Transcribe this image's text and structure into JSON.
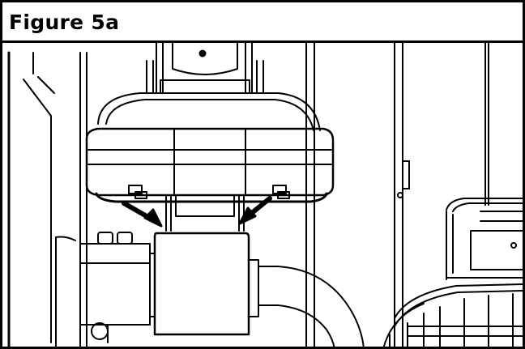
{
  "figure": {
    "title": "Figure 5a"
  },
  "diagram": {
    "description_icon": "mechanical-assembly-line-drawing",
    "arrows": 2,
    "stroke_color": "#000000",
    "fill_color": "#ffffff"
  }
}
